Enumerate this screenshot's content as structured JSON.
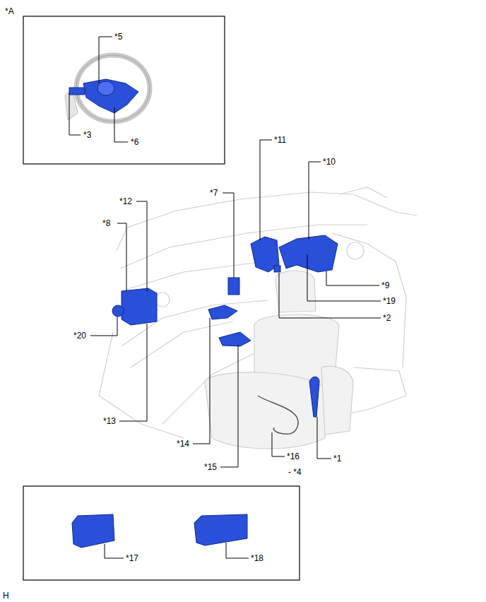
{
  "diagram": {
    "labels": [
      "*A",
      "*5",
      "*3",
      "*6",
      "*11",
      "*10",
      "*7",
      "*12",
      "*8",
      "*9",
      "*19",
      "*2",
      "*20",
      "*13",
      "*14",
      "*15",
      "*16",
      "*1",
      "- *4",
      "*17",
      "*18",
      "H"
    ]
  }
}
